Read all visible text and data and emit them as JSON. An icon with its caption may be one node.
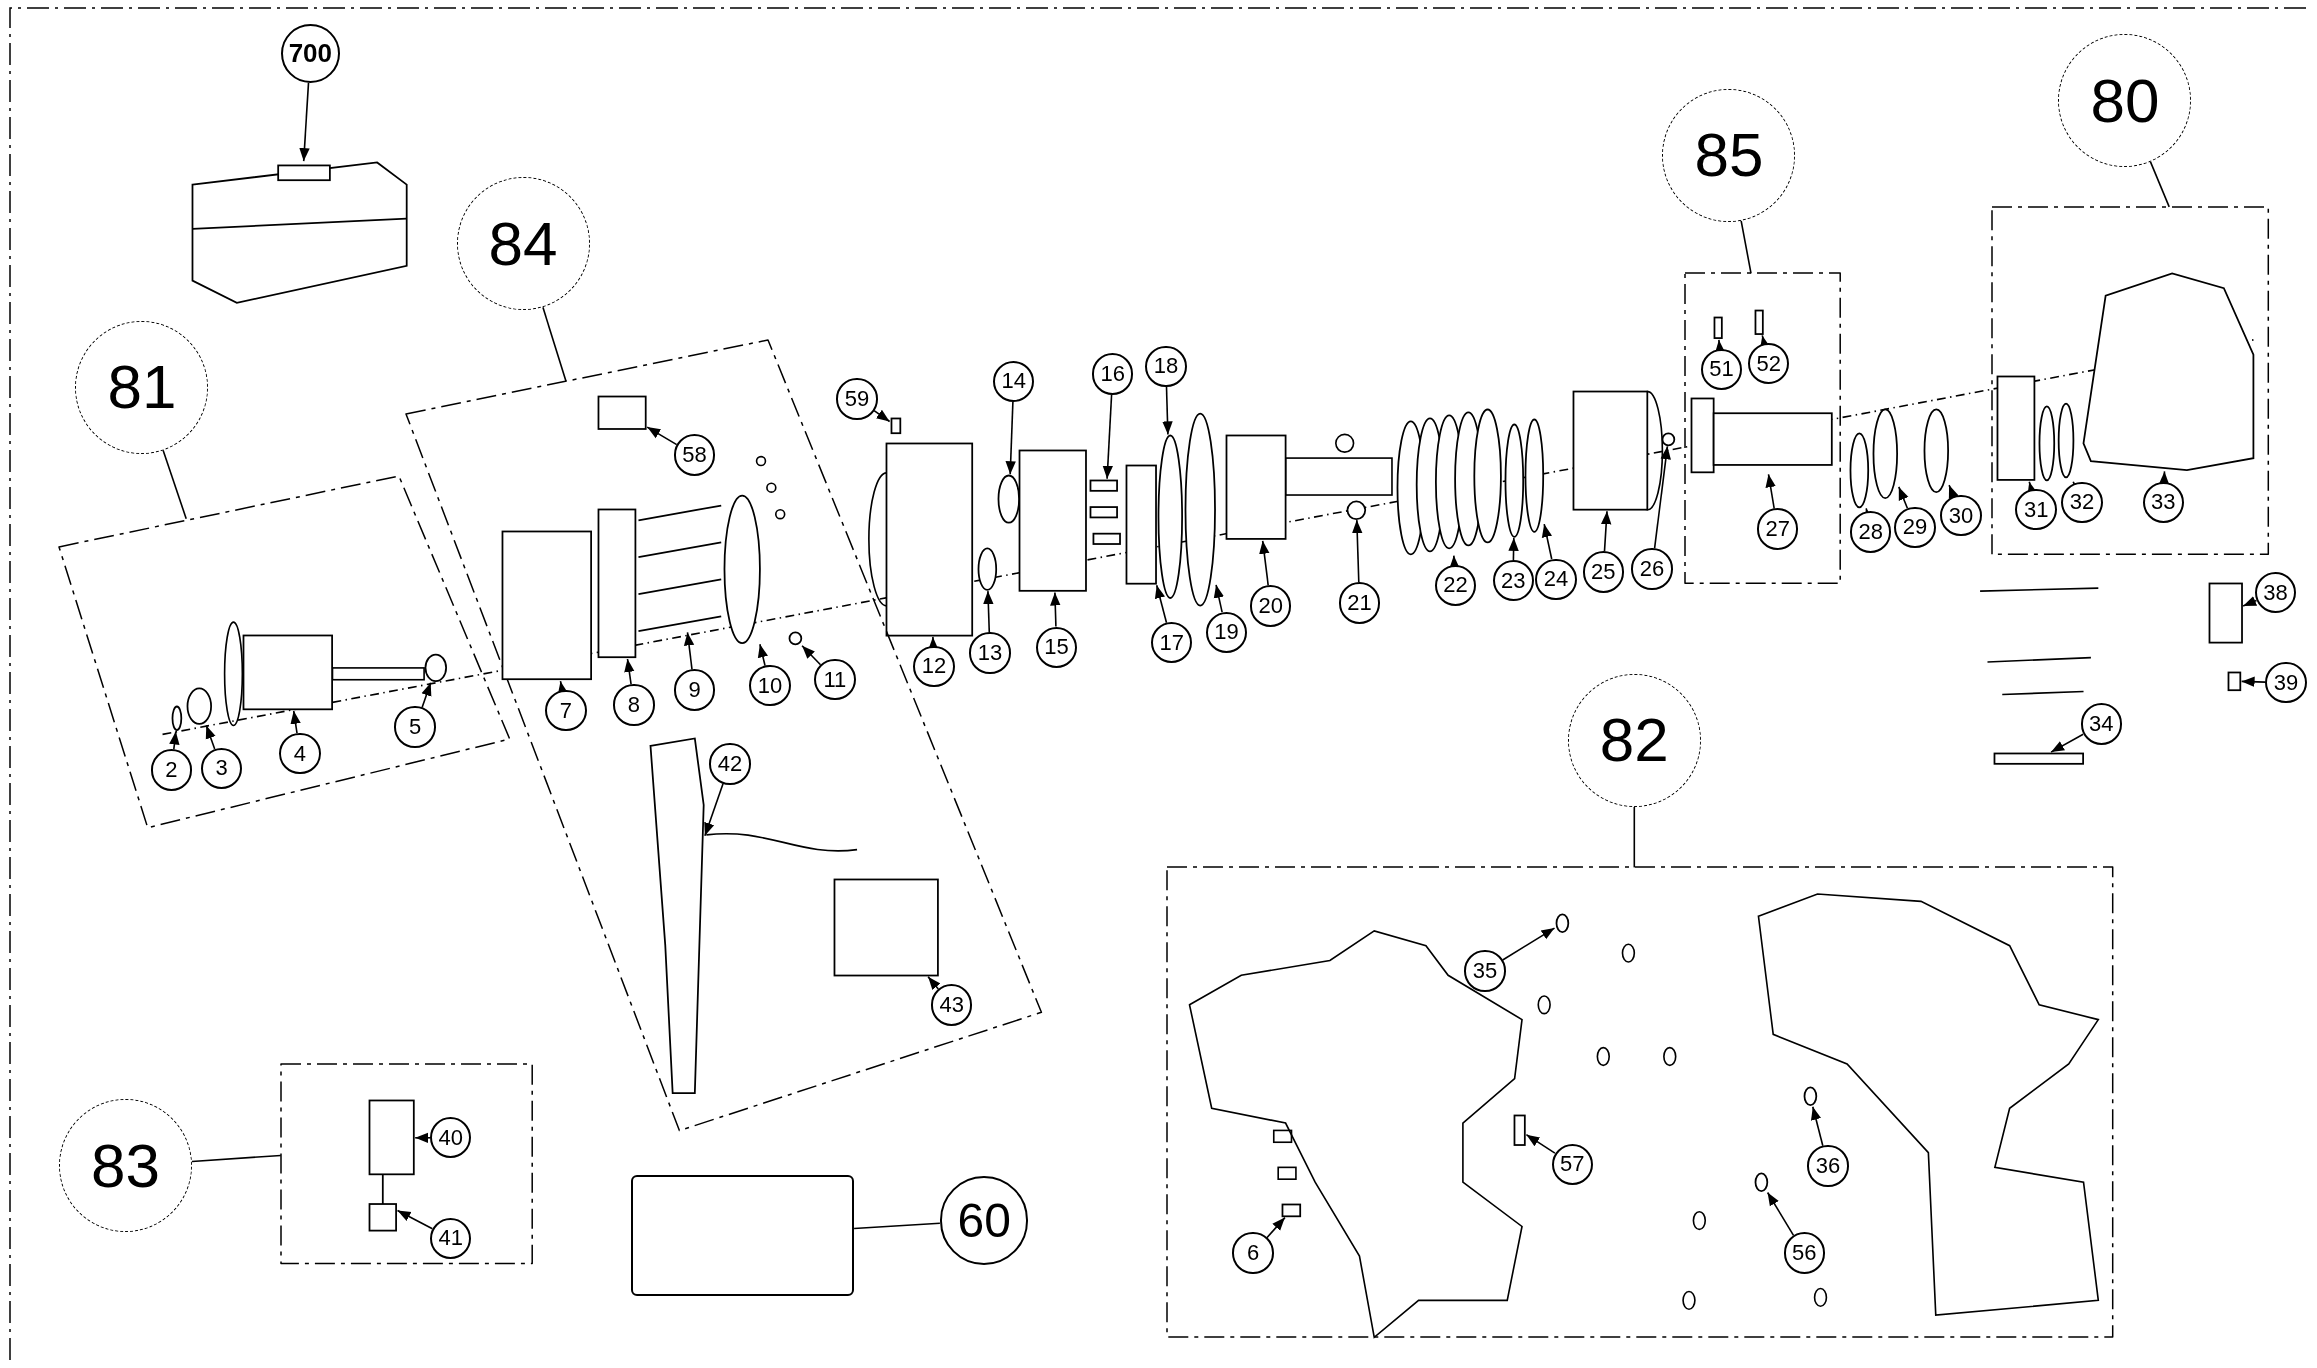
{
  "diagram": {
    "nodes": [
      {
        "text": [
          "700"
        ]
      },
      {
        "text": [],
        "shape": "polygon"
      },
      {
        "text": [
          "81"
        ]
      },
      {
        "text": [],
        "shape": "box"
      },
      {
        "text": [
          "2"
        ],
        "in": 3
      },
      {
        "text": [],
        "shape": "ellipse",
        "in": 3
      },
      {
        "text": [
          "3"
        ],
        "in": 3
      },
      {
        "text": [],
        "shape": "ellipse",
        "in": 3
      },
      {
        "text": [
          "4"
        ],
        "in": 3
      },
      {
        "text": [],
        "shape": "box",
        "in": 3
      },
      {
        "text": [
          "5"
        ],
        "in": 3
      },
      {
        "text": [],
        "shape": "ellipse",
        "in": 3
      },
      {
        "text": [
          "84"
        ]
      },
      {
        "text": [],
        "shape": "box"
      },
      {
        "text": [
          "58"
        ],
        "in": 13
      },
      {
        "text": [],
        "shape": "box",
        "in": 13
      },
      {
        "text": [
          "7"
        ],
        "in": 13
      },
      {
        "text": [],
        "shape": "box",
        "in": 13
      },
      {
        "text": [
          "8"
        ],
        "in": 13
      },
      {
        "text": [],
        "shape": "box",
        "in": 13
      },
      {
        "text": [
          "9"
        ],
        "in": 13
      },
      {
        "text": [],
        "shape": "lines",
        "in": 13
      },
      {
        "text": [
          "10"
        ],
        "in": 13
      },
      {
        "text": [],
        "shape": "ellipse",
        "in": 13
      },
      {
        "text": [
          "11"
        ],
        "in": 13
      },
      {
        "text": [],
        "shape": "circle",
        "in": 13
      },
      {
        "text": [
          "42"
        ],
        "in": 13
      },
      {
        "text": [],
        "shape": "polygon",
        "in": 13
      },
      {
        "text": [
          "43"
        ],
        "in": 13
      },
      {
        "text": [],
        "shape": "box",
        "in": 13
      },
      {
        "text": [
          "59"
        ]
      },
      {
        "text": [],
        "shape": "box"
      },
      {
        "text": [
          "12"
        ]
      },
      {
        "text": [],
        "shape": "box"
      },
      {
        "text": [
          "13"
        ]
      },
      {
        "text": [],
        "shape": "ellipse"
      },
      {
        "text": [
          "14"
        ]
      },
      {
        "text": [],
        "shape": "ellipse"
      },
      {
        "text": [
          "15"
        ]
      },
      {
        "text": [],
        "shape": "box"
      },
      {
        "text": [
          "16"
        ]
      },
      {
        "text": [],
        "shape": "box"
      },
      {
        "text": [
          "17"
        ]
      },
      {
        "text": [],
        "shape": "box"
      },
      {
        "text": [
          "18"
        ]
      },
      {
        "text": [],
        "shape": "ellipse"
      },
      {
        "text": [
          "19"
        ]
      },
      {
        "text": [],
        "shape": "ellipse"
      },
      {
        "text": [
          "20"
        ]
      },
      {
        "text": [],
        "shape": "box"
      },
      {
        "text": [
          "21"
        ]
      },
      {
        "text": [],
        "shape": "circle"
      },
      {
        "text": [
          "22"
        ]
      },
      {
        "text": [],
        "shape": "coil"
      },
      {
        "text": [
          "23"
        ]
      },
      {
        "text": [],
        "shape": "ellipse"
      },
      {
        "text": [
          "24"
        ]
      },
      {
        "text": [],
        "shape": "ellipse"
      },
      {
        "text": [
          "25"
        ]
      },
      {
        "text": [],
        "shape": "box"
      },
      {
        "text": [
          "26"
        ]
      },
      {
        "text": [],
        "shape": "circle"
      },
      {
        "text": [
          "85"
        ]
      },
      {
        "text": [],
        "shape": "box"
      },
      {
        "text": [
          "51"
        ],
        "in": 63
      },
      {
        "text": [],
        "shape": "box",
        "in": 63
      },
      {
        "text": [
          "52"
        ],
        "in": 63
      },
      {
        "text": [],
        "shape": "box",
        "in": 63
      },
      {
        "text": [
          "27"
        ],
        "in": 63
      },
      {
        "text": [],
        "shape": "box",
        "in": 63
      },
      {
        "text": [
          "28"
        ]
      },
      {
        "text": [],
        "shape": "ellipse"
      },
      {
        "text": [
          "29"
        ]
      },
      {
        "text": [],
        "shape": "ellipse"
      },
      {
        "text": [
          "30"
        ]
      },
      {
        "text": [],
        "shape": "ellipse"
      },
      {
        "text": [
          "80"
        ]
      },
      {
        "text": [],
        "shape": "box"
      },
      {
        "text": [
          "31"
        ],
        "in": 77
      },
      {
        "text": [],
        "shape": "box",
        "in": 77
      },
      {
        "text": [
          "32"
        ],
        "in": 77
      },
      {
        "text": [],
        "shape": "ellipse",
        "in": 77
      },
      {
        "text": [
          "33"
        ],
        "in": 77
      },
      {
        "text": [],
        "shape": "polygon",
        "in": 77
      },
      {
        "text": [
          "38"
        ]
      },
      {
        "text": [],
        "shape": "box"
      },
      {
        "text": [
          "39"
        ]
      },
      {
        "text": [],
        "shape": "box"
      },
      {
        "text": [
          "34"
        ]
      },
      {
        "text": [],
        "shape": "box"
      },
      {
        "text": [
          "82"
        ]
      },
      {
        "text": [],
        "shape": "box"
      },
      {
        "text": [
          "35"
        ],
        "in": 91
      },
      {
        "text": [],
        "shape": "ellipse",
        "in": 91
      },
      {
        "text": [
          "57"
        ],
        "in": 91
      },
      {
        "text": [],
        "shape": "box",
        "in": 91
      },
      {
        "text": [
          "6"
        ],
        "in": 91
      },
      {
        "text": [],
        "shape": "box",
        "in": 91
      },
      {
        "text": [
          "36"
        ],
        "in": 91
      },
      {
        "text": [],
        "shape": "ellipse",
        "in": 91
      },
      {
        "text": [
          "56"
        ],
        "in": 91
      },
      {
        "text": [],
        "shape": "ellipse",
        "in": 91
      },
      {
        "text": [
          "83"
        ]
      },
      {
        "text": [],
        "shape": "box"
      },
      {
        "text": [
          "40"
        ],
        "in": 103
      },
      {
        "text": [],
        "shape": "box",
        "in": 103
      },
      {
        "text": [
          "41"
        ],
        "in": 103
      },
      {
        "text": [],
        "shape": "box",
        "in": 103
      },
      {
        "text": [
          "60"
        ]
      },
      {
        "text": [],
        "shape": "box"
      }
    ],
    "edges": [
      {
        "from": 0,
        "to": 1,
        "arrow": "to"
      },
      {
        "from": 2,
        "to": 3,
        "arrow": "none"
      },
      {
        "from": 4,
        "to": 5,
        "arrow": "to"
      },
      {
        "from": 6,
        "to": 7,
        "arrow": "to"
      },
      {
        "from": 8,
        "to": 9,
        "arrow": "to"
      },
      {
        "from": 10,
        "to": 11,
        "arrow": "to"
      },
      {
        "from": 12,
        "to": 13,
        "arrow": "none"
      },
      {
        "from": 14,
        "to": 15,
        "arrow": "to"
      },
      {
        "from": 16,
        "to": 17,
        "arrow": "to"
      },
      {
        "from": 18,
        "to": 19,
        "arrow": "to"
      },
      {
        "from": 20,
        "to": 21,
        "arrow": "to"
      },
      {
        "from": 22,
        "to": 23,
        "arrow": "to"
      },
      {
        "from": 24,
        "to": 25,
        "arrow": "to"
      },
      {
        "from": 26,
        "to": 27,
        "arrow": "to"
      },
      {
        "from": 28,
        "to": 29,
        "arrow": "to"
      },
      {
        "from": 30,
        "to": 31,
        "arrow": "to"
      },
      {
        "from": 32,
        "to": 33,
        "arrow": "to"
      },
      {
        "from": 34,
        "to": 35,
        "arrow": "to"
      },
      {
        "from": 36,
        "to": 37,
        "arrow": "to"
      },
      {
        "from": 38,
        "to": 39,
        "arrow": "to"
      },
      {
        "from": 40,
        "to": 41,
        "arrow": "to"
      },
      {
        "from": 42,
        "to": 43,
        "arrow": "to"
      },
      {
        "from": 44,
        "to": 45,
        "arrow": "to"
      },
      {
        "from": 46,
        "to": 47,
        "arrow": "to"
      },
      {
        "from": 48,
        "to": 49,
        "arrow": "to"
      },
      {
        "from": 50,
        "to": 51,
        "arrow": "to"
      },
      {
        "from": 52,
        "to": 53,
        "arrow": "to"
      },
      {
        "from": 54,
        "to": 55,
        "arrow": "to"
      },
      {
        "from": 56,
        "to": 57,
        "arrow": "to"
      },
      {
        "from": 58,
        "to": 59,
        "arrow": "to"
      },
      {
        "from": 60,
        "to": 61,
        "arrow": "to"
      },
      {
        "from": 62,
        "to": 63,
        "arrow": "none"
      },
      {
        "from": 64,
        "to": 65,
        "arrow": "to"
      },
      {
        "from": 66,
        "to": 67,
        "arrow": "to"
      },
      {
        "from": 68,
        "to": 69,
        "arrow": "to"
      },
      {
        "from": 70,
        "to": 71,
        "arrow": "to"
      },
      {
        "from": 72,
        "to": 73,
        "arrow": "to"
      },
      {
        "from": 74,
        "to": 75,
        "arrow": "to"
      },
      {
        "from": 76,
        "to": 77,
        "arrow": "none"
      },
      {
        "from": 78,
        "to": 79,
        "arrow": "to"
      },
      {
        "from": 80,
        "to": 81,
        "arrow": "to"
      },
      {
        "from": 82,
        "to": 83,
        "arrow": "to"
      },
      {
        "from": 84,
        "to": 85,
        "arrow": "to"
      },
      {
        "from": 86,
        "to": 87,
        "arrow": "to"
      },
      {
        "from": 88,
        "to": 89,
        "arrow": "to"
      },
      {
        "from": 90,
        "to": 91,
        "arrow": "none"
      },
      {
        "from": 92,
        "to": 93,
        "arrow": "to"
      },
      {
        "from": 94,
        "to": 95,
        "arrow": "to"
      },
      {
        "from": 96,
        "to": 97,
        "arrow": "to"
      },
      {
        "from": 98,
        "to": 99,
        "arrow": "to"
      },
      {
        "from": 100,
        "to": 101,
        "arrow": "to"
      },
      {
        "from": 102,
        "to": 103,
        "arrow": "none"
      },
      {
        "from": 104,
        "to": 105,
        "arrow": "to"
      },
      {
        "from": 106,
        "to": 107,
        "arrow": "to"
      },
      {
        "from": 108,
        "to": 109,
        "arrow": "none"
      }
    ]
  }
}
